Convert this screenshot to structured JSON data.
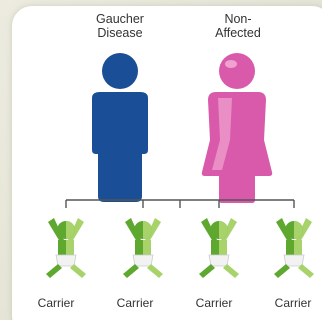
{
  "parents": {
    "father": {
      "label_line1": "Gaucher",
      "label_line2": "Disease",
      "color": "#1a4e96"
    },
    "mother": {
      "label_line1": "Non-",
      "label_line2": "Affected",
      "color": "#d95aab"
    }
  },
  "children": [
    {
      "label": "Carrier"
    },
    {
      "label": "Carrier"
    },
    {
      "label": "Carrier"
    },
    {
      "label": "Carrier"
    }
  ],
  "colors": {
    "child_dark": "#5fa830",
    "child_light": "#a7d36a",
    "connector": "#555555",
    "diaper": "#f2f2f2"
  }
}
